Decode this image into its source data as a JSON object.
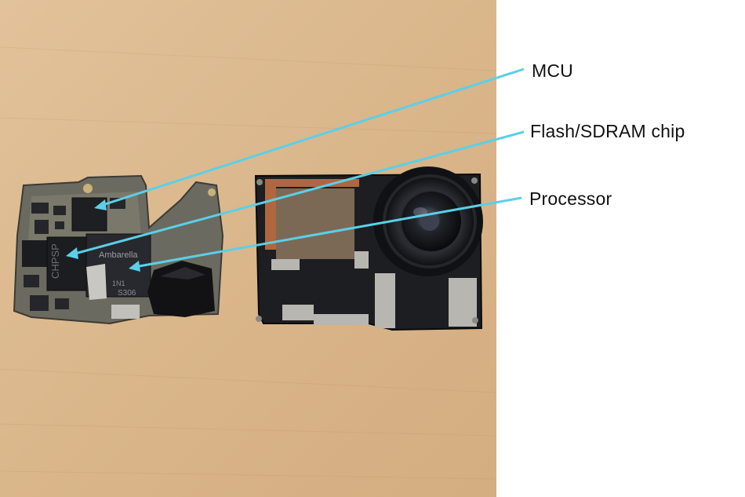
{
  "callouts": {
    "mcu": "MCU",
    "flash": "Flash/SDRAM chip",
    "processor": "Processor"
  },
  "chip_markings": {
    "processor_brand": "Ambarella",
    "processor_line": "1N1",
    "processor_code": "S306",
    "ram_brand": "CHPSP"
  },
  "colors": {
    "callout_line": "#5ad0e8",
    "background": "#ffffff",
    "wood": "#dcb78d"
  }
}
